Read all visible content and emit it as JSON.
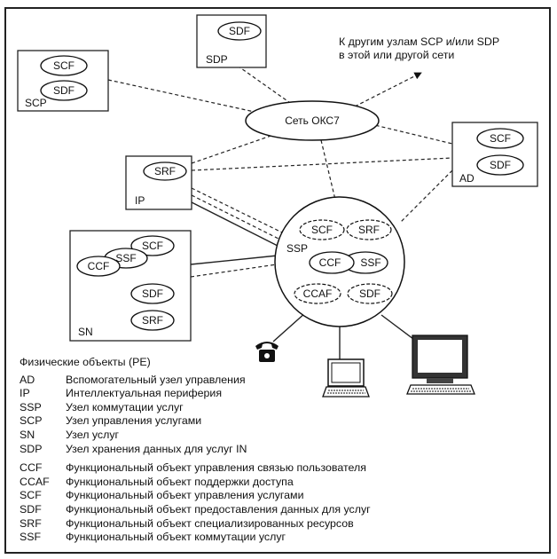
{
  "diagram": {
    "network_label": "Сеть ОКС7",
    "other_nodes_note": [
      "К другим узлам SCP и/или SDP",
      "в этой или другой сети"
    ],
    "nodes": {
      "scp": {
        "label": "SCP",
        "functions": [
          "SCF",
          "SDF"
        ]
      },
      "sdp": {
        "label": "SDP",
        "functions": [
          "SDF"
        ]
      },
      "ad": {
        "label": "AD",
        "functions": [
          "SCF",
          "SDF"
        ]
      },
      "ip": {
        "label": "IP",
        "functions": [
          "SRF"
        ]
      },
      "sn": {
        "label": "SN",
        "functions": [
          "SCF",
          "SSF",
          "CCF",
          "SDF",
          "SRF"
        ]
      },
      "ssp": {
        "label": "SSP",
        "functions": [
          "SCF",
          "SRF",
          "CCF",
          "SSF",
          "CCAF",
          "SDF"
        ]
      }
    },
    "terminals": [
      "telephone-icon",
      "laptop-icon",
      "desktop-computer-icon"
    ]
  },
  "legend": {
    "title": "Физические объекты (PE)",
    "physical": [
      {
        "abbr": "AD",
        "desc": "Вспомогательный узел управления"
      },
      {
        "abbr": "IP",
        "desc": "Интеллектуальная периферия"
      },
      {
        "abbr": "SSP",
        "desc": "Узел коммутации услуг"
      },
      {
        "abbr": "SCP",
        "desc": "Узел управления услугами"
      },
      {
        "abbr": "SN",
        "desc": "Узел услуг"
      },
      {
        "abbr": "SDP",
        "desc": "Узел хранения данных для услуг IN"
      }
    ],
    "functional": [
      {
        "abbr": "CCF",
        "desc": "Функциональный объект управления связью пользователя"
      },
      {
        "abbr": "CCAF",
        "desc": "Функциональный объект поддержки доступа"
      },
      {
        "abbr": "SCF",
        "desc": "Функциональный объект управления услугами"
      },
      {
        "abbr": "SDF",
        "desc": "Функциональный объект предоставления данных для услуг"
      },
      {
        "abbr": "SRF",
        "desc": "Функциональный объект специализированных ресурсов"
      },
      {
        "abbr": "SSF",
        "desc": "Функциональный объект коммутации услуг"
      }
    ]
  }
}
